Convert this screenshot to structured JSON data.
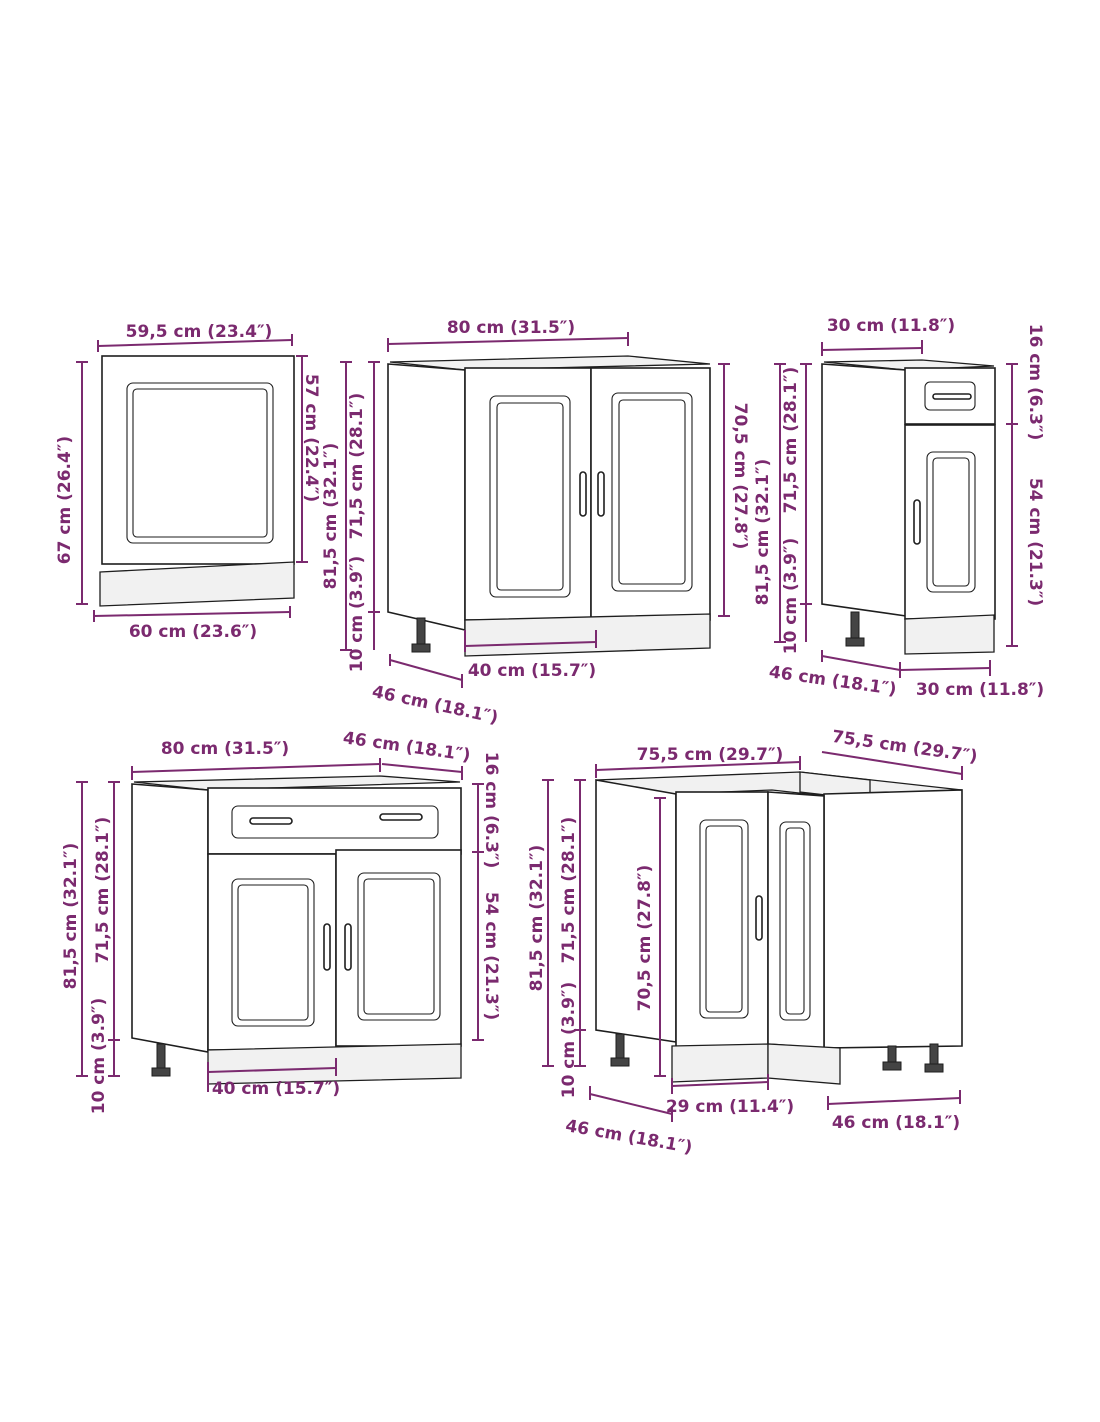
{
  "colors": {
    "dimension": "#7b2a6f",
    "line": "#1e1e1e",
    "background": "#ffffff"
  },
  "cabinet_oven": {
    "top_width": "59,5 cm (23.4″)",
    "bottom_width": "60 cm (23.6″)",
    "height": "67 cm (26.4″)",
    "opening_height": "57 cm (22.4″)"
  },
  "cabinet_sink": {
    "width": "80 cm (31.5″)",
    "door_height": "70,5 cm (27.8″)",
    "total_height": "81,5 cm (32.1″)",
    "body_height": "71,5 cm (28.1″)",
    "leg_height": "10 cm (3.9″)",
    "depth": "46 cm (18.1″)",
    "door_width": "40 cm (15.7″)"
  },
  "cabinet_narrow": {
    "width": "30 cm (11.8″)",
    "drawer_height": "16 cm (6.3″)",
    "body_height": "71,5 cm (28.1″)",
    "total_height": "81,5 cm (32.1″)",
    "door_height": "54 cm (21.3″)",
    "leg_height": "10 cm (3.9″)",
    "depth": "46 cm (18.1″)",
    "bottom_width": "30 cm (11.8″)"
  },
  "cabinet_drawer": {
    "width": "80 cm (31.5″)",
    "depth": "46 cm (18.1″)",
    "drawer_height": "16 cm (6.3″)",
    "door_height": "54 cm (21.3″)",
    "total_height": "81,5 cm (32.1″)",
    "body_height": "71,5 cm (28.1″)",
    "leg_height": "10 cm (3.9″)",
    "door_width": "40 cm (15.7″)"
  },
  "cabinet_corner": {
    "width_left": "75,5 cm (29.7″)",
    "width_right": "75,5 cm (29.7″)",
    "total_height": "81,5 cm (32.1″)",
    "body_height": "71,5 cm (28.1″)",
    "door_height": "70,5 cm (27.8″)",
    "leg_height": "10 cm (3.9″)",
    "door_width": "29 cm (11.4″)",
    "depth_left": "46 cm (18.1″)",
    "depth_right": "46 cm (18.1″)"
  }
}
